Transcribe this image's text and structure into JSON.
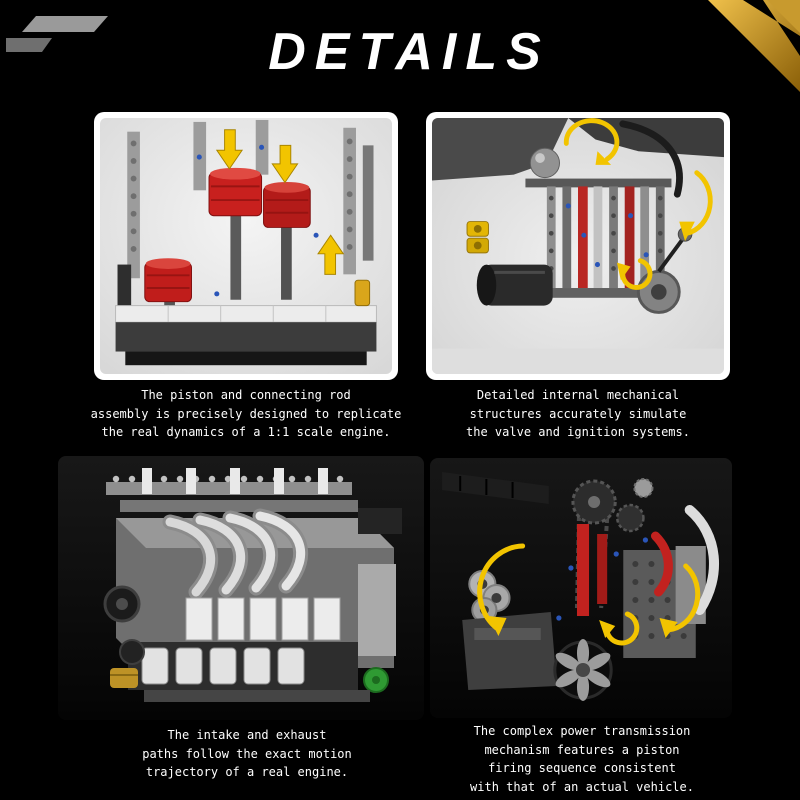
{
  "header": {
    "title": "DETAILS"
  },
  "panels": [
    {
      "caption": "The piston and connecting rod\nassembly is precisely designed to replicate\nthe real dynamics of a 1:1 scale engine."
    },
    {
      "caption": "Detailed internal mechanical\nstructures accurately simulate\nthe valve and ignition systems."
    },
    {
      "caption": "The intake and exhaust\npaths follow the exact motion\ntrajectory of a real engine."
    },
    {
      "caption": "The complex power transmission\nmechanism features a piston\nfiring sequence consistent\nwith that of an actual vehicle."
    }
  ],
  "colors": {
    "background": "#000000",
    "accent_gold": "#d9a427",
    "arrow_yellow": "#f2c400",
    "piston_red": "#c8201e",
    "frame_white": "#ffffff",
    "caption_text": "#ffffff"
  }
}
